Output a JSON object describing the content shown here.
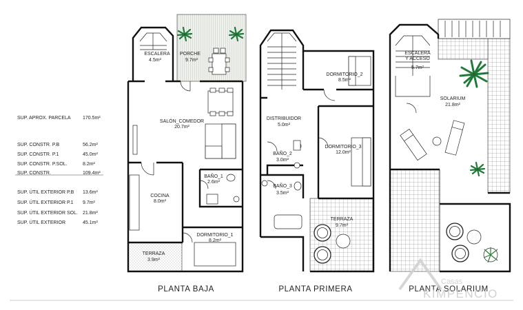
{
  "summary": [
    {
      "label": "SUP. APROX. PARCELA",
      "value": "170.5m²"
    },
    {
      "label": "SUP. CONSTR. P.B",
      "value": "56.2m²"
    },
    {
      "label": "SUP. CONSTR. P.1",
      "value": "45.0m²"
    },
    {
      "label": "SUP. CONSTR. P.SOL.",
      "value": "8.2m²"
    },
    {
      "label": "SUP. CONSTR.",
      "value": "109.4m²"
    },
    {
      "label": "SUP. ÚTIL EXTERIOR P.B",
      "value": "13.6m²"
    },
    {
      "label": "SUP. ÚTIL EXTERIOR P.1",
      "value": "9.7m²"
    },
    {
      "label": "SUP. ÚTIL EXTERIOR SOL.",
      "value": "21.8m²"
    },
    {
      "label": "SUP. ÚTIL EXTERIOR",
      "value": "45.1m²"
    }
  ],
  "planta_baja": {
    "title": "PLANTA BAJA",
    "rooms": {
      "escalera": {
        "name": "ESCALERA",
        "area": "4.5m²"
      },
      "porche": {
        "name": "PORCHE",
        "area": "9.7m²"
      },
      "salon": {
        "name": "SALÓN_COMEDOR",
        "area": "20.7m²"
      },
      "bano1": {
        "name": "BAÑO_1",
        "area": "2.6m²"
      },
      "cocina": {
        "name": "COCINA",
        "area": "8.0m²"
      },
      "dormitorio1": {
        "name": "DORMITORIO_1",
        "area": "8.2m²"
      },
      "terraza": {
        "name": "TERRAZA",
        "area": "3.9m²"
      }
    }
  },
  "planta_primera": {
    "title": "PLANTA PRIMERA",
    "rooms": {
      "dormitorio2": {
        "name": "DORMITORIO_2",
        "area": "8.5m²"
      },
      "distribuidor": {
        "name": "DISTRIBUIDOR",
        "area": "5.0m²"
      },
      "bano2": {
        "name": "BAÑO_2",
        "area": "3.0m²"
      },
      "dormitorio3": {
        "name": "DORMITORIO_3",
        "area": "12.0m²"
      },
      "bano3": {
        "name": "BAÑO_3",
        "area": "3.5m²"
      },
      "terraza": {
        "name": "TERRAZA",
        "area": "9.7m²"
      }
    }
  },
  "planta_solarium": {
    "title": "PLANTA SOLARIUM",
    "rooms": {
      "escalera": {
        "name": "ESCALERA",
        "name2": "Y ACCESO",
        "area": "5.7m²"
      },
      "solarium": {
        "name": "SOLARIUM",
        "area": "21.8m²"
      }
    }
  },
  "watermark": {
    "line1": "Casas",
    "line2": "KIMPENCIO"
  }
}
